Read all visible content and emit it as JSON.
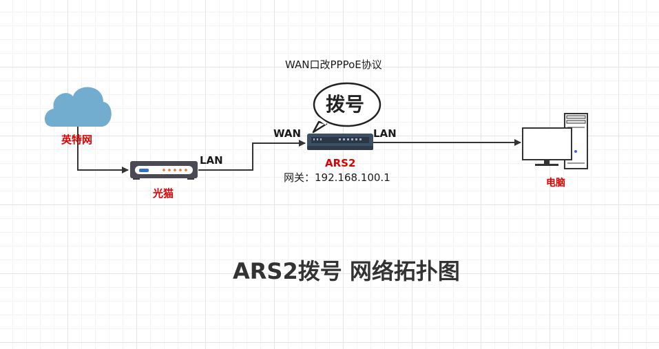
{
  "wan_note": "WAN口改PPPoE协议",
  "bubble_text": "拨号",
  "nodes": {
    "cloud": {
      "label": "英特网",
      "icon": "cloud-icon"
    },
    "modem": {
      "label": "光猫",
      "icon": "modem-icon"
    },
    "router": {
      "label": "ARS2",
      "gateway": "网关：192.168.100.1",
      "icon": "router-icon"
    },
    "pc": {
      "label": "电脑",
      "icon": "computer-icon"
    }
  },
  "links": {
    "modem_out": "LAN",
    "router_in": "WAN",
    "router_out": "LAN"
  },
  "title": "ARS2拨号 网络拓扑图",
  "colors": {
    "label_red": "#e00000",
    "cloud": "#72adcf",
    "device_dark": "#3d4f63",
    "line": "#333333"
  }
}
